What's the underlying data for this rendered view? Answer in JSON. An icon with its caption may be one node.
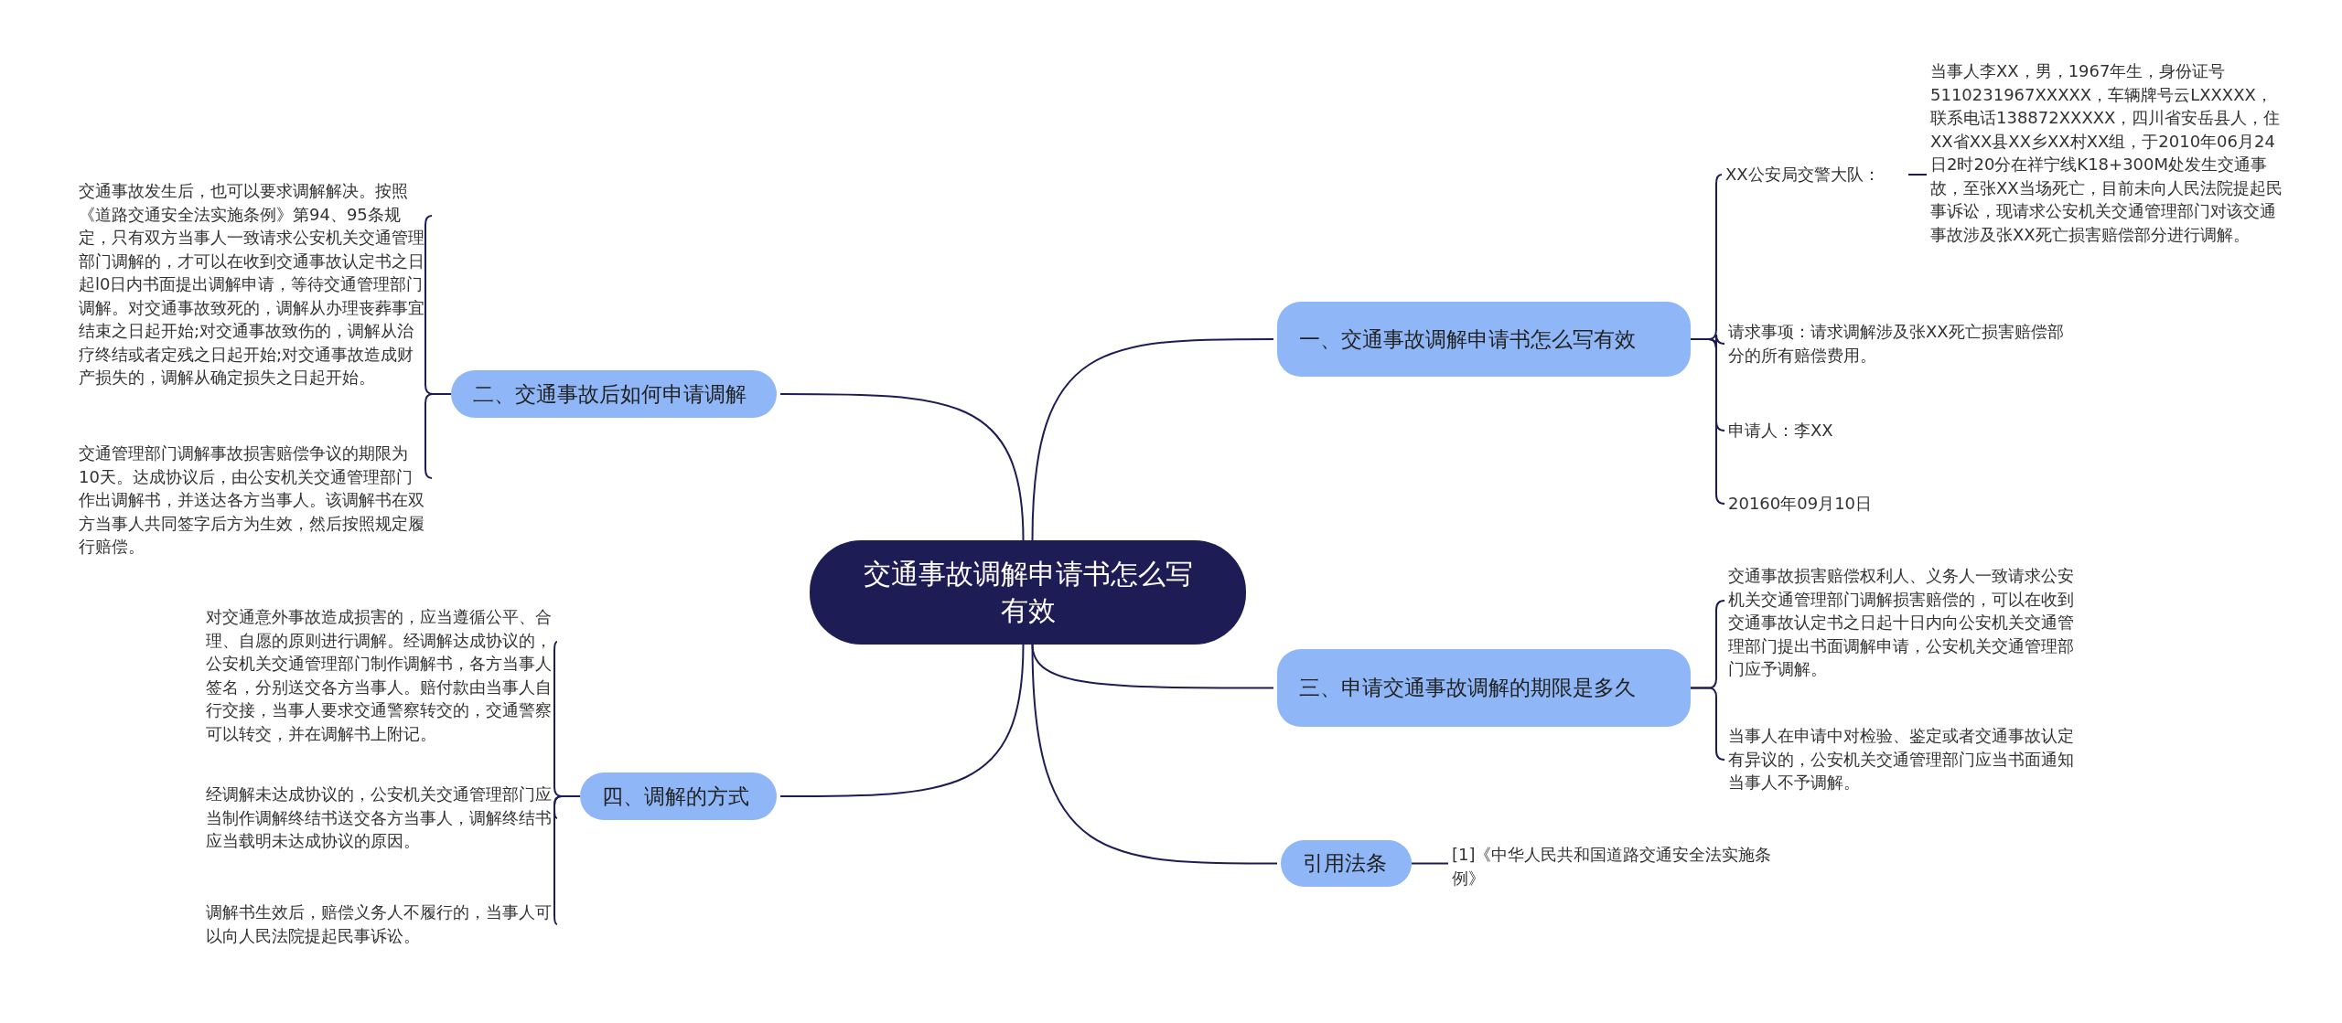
{
  "diagram": {
    "nodes": [
      {
        "text": [
          "交通事故调解申请书怎么写有效"
        ]
      },
      {
        "text": [
          "一、交通事故调解申请书怎么写有效"
        ]
      },
      {
        "text": [
          "XX公安局交警大队："
        ]
      },
      {
        "text": [
          "当事人李XX，男，1967年生，身份证号5110231967XXXXX，车辆牌号云LXXXXX，联系电话138872XXXXX，四川省安岳县人，住XX省XX县XX乡XX村XX组，于2010年06月24日2时20分在祥宁线K18+300M处发生交通事故，至张XX当场死亡，目前未向人民法院提起民事诉讼，现请求公安机关交通管理部门对该交通事故涉及张XX死亡损害赔偿部分进行调解。"
        ]
      },
      {
        "text": [
          "请求事项：请求调解涉及张XX死亡损害赔偿部分的所有赔偿费用。"
        ]
      },
      {
        "text": [
          "申请人：李XX"
        ]
      },
      {
        "text": [
          "20160年09月10日"
        ]
      },
      {
        "text": [
          "二、交通事故后如何申请调解"
        ]
      },
      {
        "text": [
          "交通事故发生后，也可以要求调解解决。按照《道路交通安全法实施条例》第94、95条规定，只有双方当事人一致请求公安机关交通管理部门调解的，才可以在收到交通事故认定书之日起l0日内书面提出调解申请，等待交通管理部门调解。对交通事故致死的，调解从办理丧葬事宜结束之日起开始;对交通事故致伤的，调解从治疗终结或者定残之日起开始;对交通事故造成财产损失的，调解从确定损失之日起开始。"
        ]
      },
      {
        "text": [
          "交通管理部门调解事故损害赔偿争议的期限为10天。达成协议后，由公安机关交通管理部门作出调解书，并送达各方当事人。该调解书在双方当事人共同签字后方为生效，然后按照规定履行赔偿。"
        ]
      },
      {
        "text": [
          "三、申请交通事故调解的期限是多久"
        ]
      },
      {
        "text": [
          "交通事故损害赔偿权利人、义务人一致请求公安机关交通管理部门调解损害赔偿的，可以在收到交通事故认定书之日起十日内向公安机关交通管理部门提出书面调解申请，公安机关交通管理部门应予调解。"
        ]
      },
      {
        "text": [
          "当事人在申请中对检验、鉴定或者交通事故认定有异议的，公安机关交通管理部门应当书面通知当事人不予调解。"
        ]
      },
      {
        "text": [
          "四、调解的方式"
        ]
      },
      {
        "text": [
          "对交通意外事故造成损害的，应当遵循公平、合理、自愿的原则进行调解。经调解达成协议的，公安机关交通管理部门制作调解书，各方当事人签名，分别送交各方当事人。赔付款由当事人自行交接，当事人要求交通警察转交的，交通警察可以转交，并在调解书上附记。"
        ]
      },
      {
        "text": [
          "经调解未达成协议的，公安机关交通管理部门应当制作调解终结书送交各方当事人，调解终结书应当载明未达成协议的原因。"
        ]
      },
      {
        "text": [
          "调解书生效后，赔偿义务人不履行的，当事人可以向人民法院提起民事诉讼。"
        ]
      },
      {
        "text": [
          "引用法条"
        ]
      },
      {
        "text": [
          "[1]《中华人民共和国道路交通安全法实施条例》"
        ]
      }
    ],
    "edges": [
      {
        "from": 0,
        "to": 1,
        "arrow": "none"
      },
      {
        "from": 1,
        "to": 2,
        "arrow": "none"
      },
      {
        "from": 2,
        "to": 3,
        "arrow": "none"
      },
      {
        "from": 1,
        "to": 4,
        "arrow": "none"
      },
      {
        "from": 1,
        "to": 5,
        "arrow": "none"
      },
      {
        "from": 1,
        "to": 6,
        "arrow": "none"
      },
      {
        "from": 0,
        "to": 7,
        "arrow": "none"
      },
      {
        "from": 7,
        "to": 8,
        "arrow": "none"
      },
      {
        "from": 7,
        "to": 9,
        "arrow": "none"
      },
      {
        "from": 0,
        "to": 10,
        "arrow": "none"
      },
      {
        "from": 10,
        "to": 11,
        "arrow": "none"
      },
      {
        "from": 10,
        "to": 12,
        "arrow": "none"
      },
      {
        "from": 0,
        "to": 13,
        "arrow": "none"
      },
      {
        "from": 13,
        "to": 14,
        "arrow": "none"
      },
      {
        "from": 13,
        "to": 15,
        "arrow": "none"
      },
      {
        "from": 13,
        "to": 16,
        "arrow": "none"
      },
      {
        "from": 0,
        "to": 17,
        "arrow": "none"
      },
      {
        "from": 17,
        "to": 18,
        "arrow": "none"
      }
    ]
  }
}
